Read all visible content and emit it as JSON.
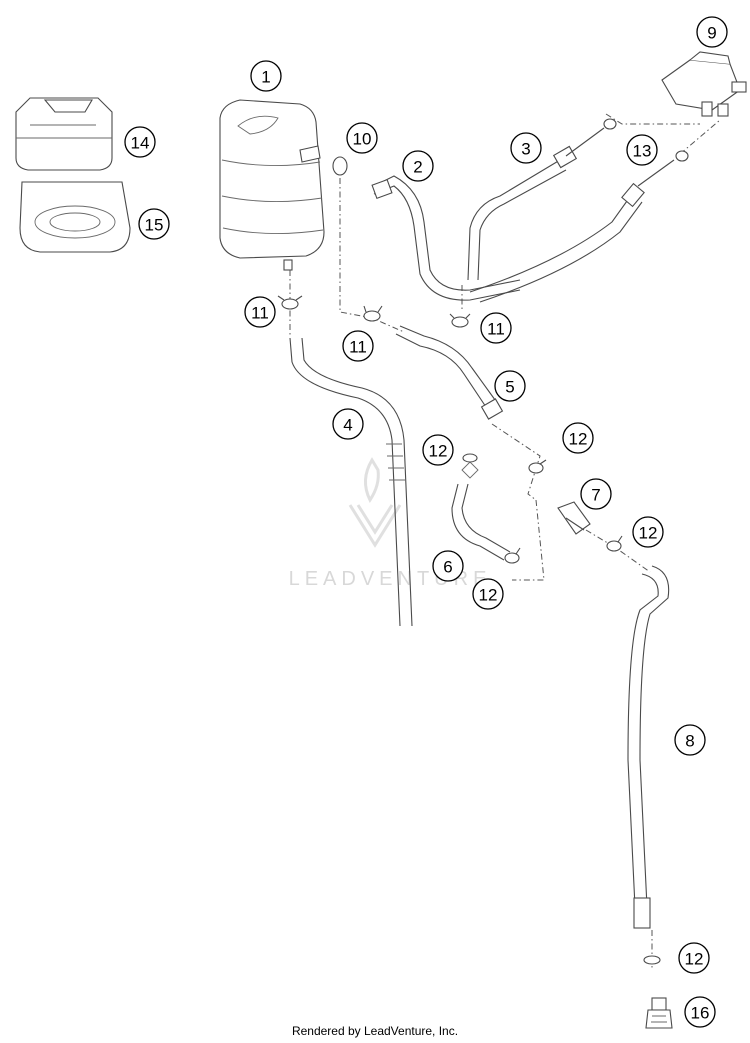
{
  "callouts": [
    {
      "id": "1",
      "label": "1"
    },
    {
      "id": "2",
      "label": "2"
    },
    {
      "id": "3",
      "label": "3"
    },
    {
      "id": "4",
      "label": "4"
    },
    {
      "id": "5",
      "label": "5"
    },
    {
      "id": "6",
      "label": "6"
    },
    {
      "id": "7",
      "label": "7"
    },
    {
      "id": "8",
      "label": "8"
    },
    {
      "id": "9",
      "label": "9"
    },
    {
      "id": "10",
      "label": "10"
    },
    {
      "id": "11a",
      "label": "11"
    },
    {
      "id": "11b",
      "label": "11"
    },
    {
      "id": "11c",
      "label": "11"
    },
    {
      "id": "12a",
      "label": "12"
    },
    {
      "id": "12b",
      "label": "12"
    },
    {
      "id": "12c",
      "label": "12"
    },
    {
      "id": "12d",
      "label": "12"
    },
    {
      "id": "12e",
      "label": "12"
    },
    {
      "id": "13",
      "label": "13"
    },
    {
      "id": "14",
      "label": "14"
    },
    {
      "id": "15",
      "label": "15"
    },
    {
      "id": "16",
      "label": "16"
    }
  ],
  "watermark": "LEADVENTURE",
  "footer": "Rendered by LeadVenture, Inc."
}
